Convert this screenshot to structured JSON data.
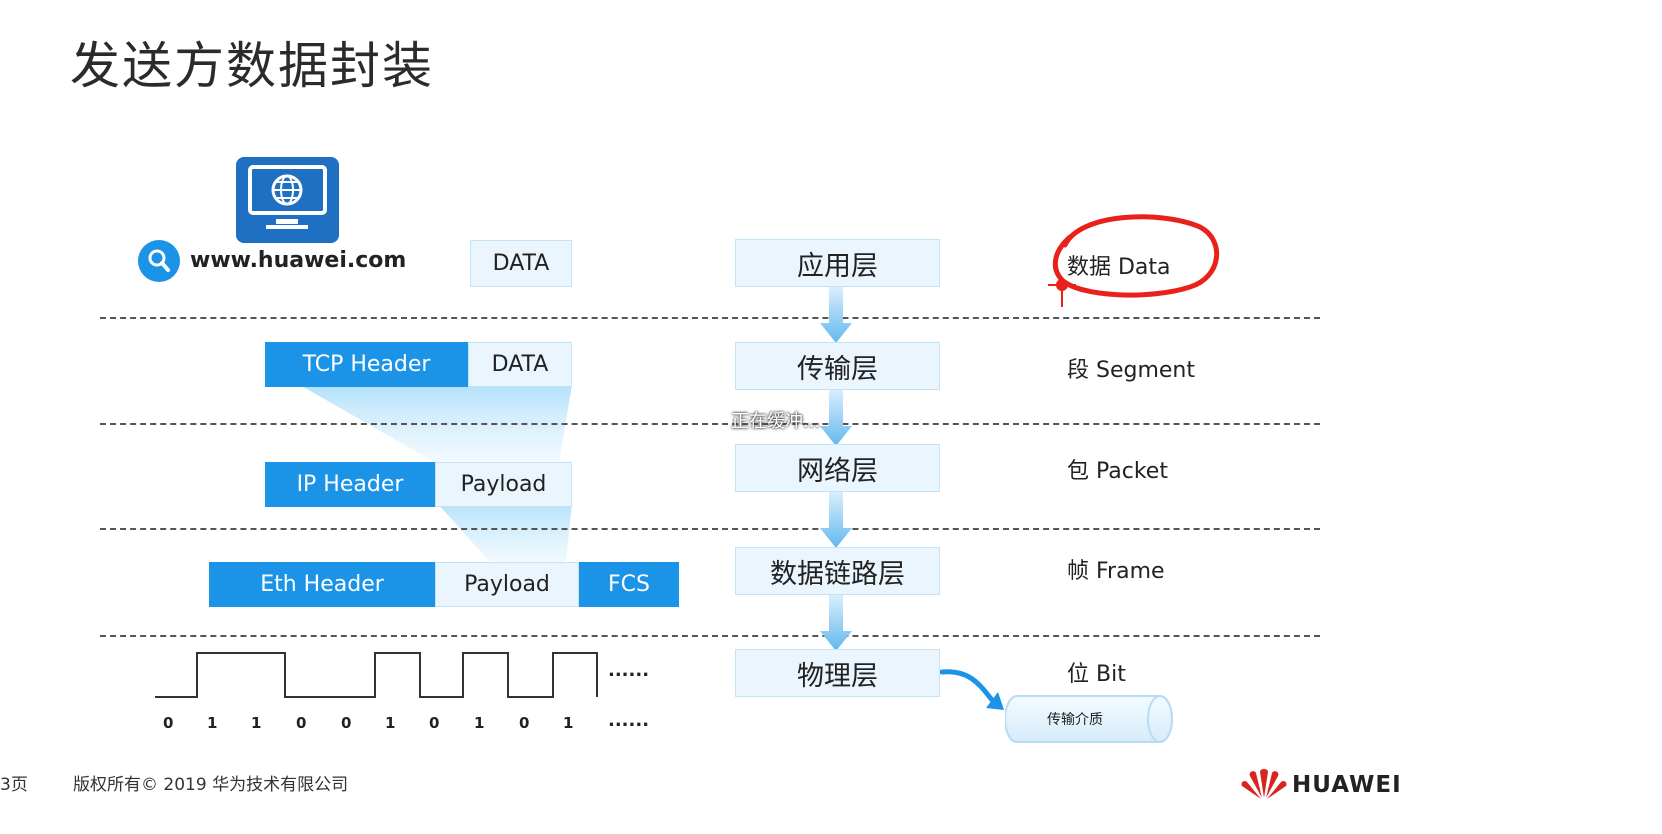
{
  "title": "发送方数据封装",
  "url": "www.huawei.com",
  "left": {
    "row1": {
      "data": "DATA"
    },
    "row2": {
      "header": "TCP Header",
      "data": "DATA"
    },
    "row3": {
      "header": "IP Header",
      "payload": "Payload"
    },
    "row4": {
      "header": "Eth Header",
      "payload": "Payload",
      "fcs": "FCS"
    },
    "bits": [
      "0",
      "1",
      "1",
      "0",
      "0",
      "1",
      "0",
      "1",
      "0",
      "1"
    ],
    "bits_ellipsis": "......",
    "wave_ellipsis": "......"
  },
  "layers": [
    "应用层",
    "传输层",
    "网络层",
    "数据链路层",
    "物理层"
  ],
  "units": [
    "数据 Data",
    "段 Segment",
    "包 Packet",
    "帧 Frame",
    "位 Bit"
  ],
  "medium": "传输介质",
  "buffering_text": "正在缓冲...",
  "footer": {
    "page": "3页",
    "copyright": "版权所有© 2019 华为技术有限公司",
    "brand": "HUAWEI"
  },
  "colors": {
    "header_blue": "#1b93e6",
    "light_box": "#eaf5fd",
    "annotation": "#e8221b"
  },
  "icons": [
    "monitor-globe-icon",
    "search-icon",
    "huawei-logo-icon",
    "arrow-down-icon",
    "curved-arrow-icon"
  ]
}
